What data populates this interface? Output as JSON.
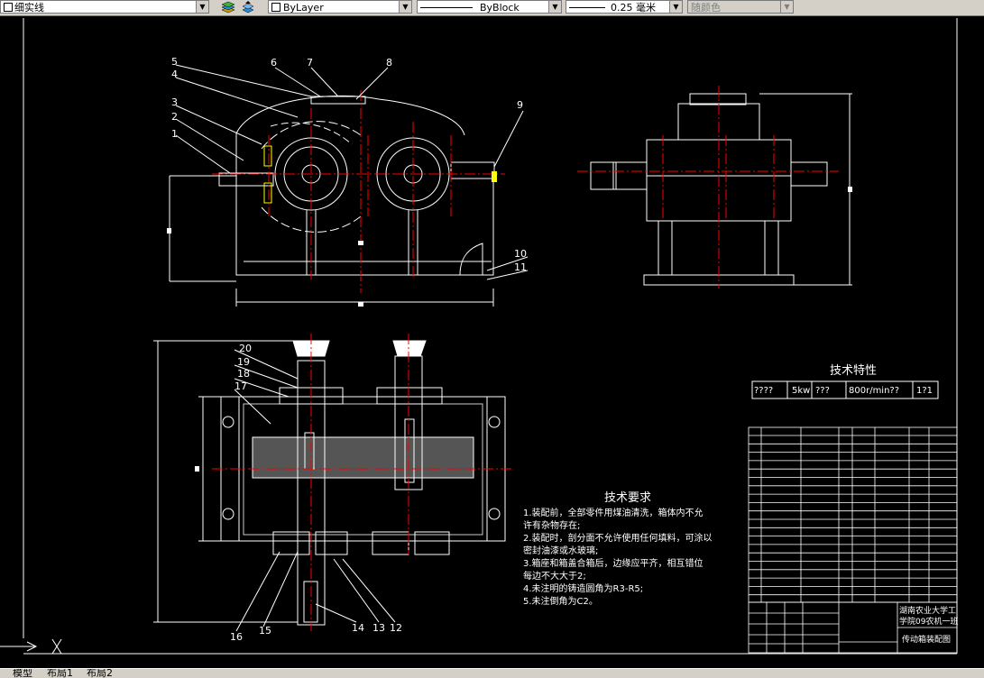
{
  "toolbar": {
    "linetype_name": "细实线",
    "layer_color": "ByLayer",
    "linetype": "ByBlock",
    "lineweight": "0.25 毫米",
    "plot_style": "随颜色"
  },
  "drawing": {
    "balloons_front": [
      "1",
      "2",
      "3",
      "4",
      "5",
      "6",
      "7",
      "8",
      "9",
      "10",
      "11"
    ],
    "balloons_top": [
      "20",
      "19",
      "18",
      "17",
      "16",
      "15",
      "14",
      "13",
      "12"
    ],
    "tech_char_title": "技术特性",
    "tech_char_cells": [
      "????",
      "5kw",
      "???",
      "800r/min??",
      "1?1"
    ],
    "tech_req_title": "技术要求",
    "tech_req_lines": [
      "1.装配前，全部零件用煤油清洗，箱体内不允",
      "许有杂物存在;",
      "2.装配时，剖分面不允许使用任何填料，可涂以",
      "密封油漆或水玻璃;",
      "3.箱座和箱盖合箱后，边缘应平齐，相互错位",
      "每边不大大于2;",
      "4.未注明的铸造圆角为R3-R5;",
      "5.未注倒角为C2。"
    ],
    "title_block": {
      "school_line1": "湖南农业大学工",
      "school_line2": "学院09农机一班",
      "drawing_name": "传动箱装配图"
    }
  },
  "layout_tabs": [
    "模型",
    "布局1",
    "布局2"
  ]
}
